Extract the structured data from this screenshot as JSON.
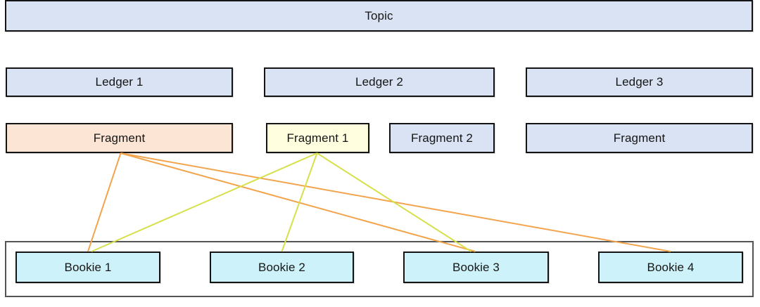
{
  "nodes": {
    "topic": {
      "label": "Topic"
    },
    "ledger1": {
      "label": "Ledger 1"
    },
    "ledger2": {
      "label": "Ledger 2"
    },
    "ledger3": {
      "label": "Ledger 3"
    },
    "fragment_a": {
      "label": "Fragment"
    },
    "fragment_1": {
      "label": "Fragment 1"
    },
    "fragment_2": {
      "label": "Fragment 2"
    },
    "fragment_b": {
      "label": "Fragment"
    },
    "bookie1": {
      "label": "Bookie 1"
    },
    "bookie2": {
      "label": "Bookie 2"
    },
    "bookie3": {
      "label": "Bookie 3"
    },
    "bookie4": {
      "label": "Bookie 4"
    }
  },
  "colors": {
    "node_blue": "#dae3f3",
    "node_peach": "#fce5d5",
    "node_yellow": "#ffffe0",
    "node_cyan": "#cdf2f9",
    "node_border": "#141414",
    "ensemble_border": "#545454",
    "edge_orange": "#f2a44d",
    "edge_yellow": "#d6e04b"
  },
  "edges": [
    {
      "from": "node-fragment-a",
      "to": "node-bookie-1",
      "color": "#f2a44d",
      "from_dx": 2,
      "to_dx": 0
    },
    {
      "from": "node-fragment-a",
      "to": "node-bookie-3",
      "color": "#f2a44d",
      "from_dx": 2,
      "to_dx": -1
    },
    {
      "from": "node-fragment-a",
      "to": "node-bookie-4",
      "color": "#f2a44d",
      "from_dx": 2,
      "to_dx": 0
    },
    {
      "from": "node-fragment-1",
      "to": "node-bookie-1",
      "color": "#d6e04b",
      "from_dx": -1,
      "to_dx": 5
    },
    {
      "from": "node-fragment-1",
      "to": "node-bookie-2",
      "color": "#d6e04b",
      "from_dx": -1,
      "to_dx": 0
    },
    {
      "from": "node-fragment-1",
      "to": "node-bookie-3",
      "color": "#d6e04b",
      "from_dx": -1,
      "to_dx": -7
    }
  ]
}
